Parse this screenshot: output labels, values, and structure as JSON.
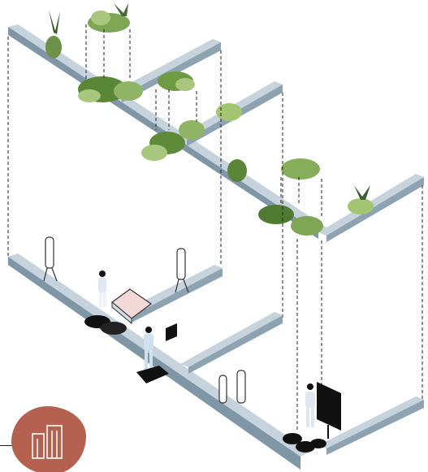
{
  "diagram": {
    "kind": "axonometric-exploded-view",
    "upper_level": {
      "beam_count": 4,
      "plants": [
        "planter-cluster",
        "planter-cluster",
        "planter-cluster",
        "planter-cluster",
        "planter-cluster",
        "planter-cluster",
        "planter-cluster",
        "planter-cluster"
      ]
    },
    "lower_level": {
      "beam_count": 4,
      "figures": [
        "standing-figure-with-model-table",
        "standing-figure-at-screen",
        "figure-at-whiteboard"
      ],
      "furniture": [
        "bike-rack",
        "bike-rack",
        "bike-rack",
        "model-table",
        "display-screen",
        "whiteboard",
        "floor-mat"
      ]
    },
    "colors": {
      "beam_top": "#c6d3dc",
      "beam_side": "#7f96a6",
      "foliage_dark": "#4f7a32",
      "foliage_light": "#a9c77c",
      "badge": "#b5614f",
      "figure": "#dfe8f2",
      "dashes": "#222222"
    },
    "badge_icon": "buildings-icon"
  }
}
